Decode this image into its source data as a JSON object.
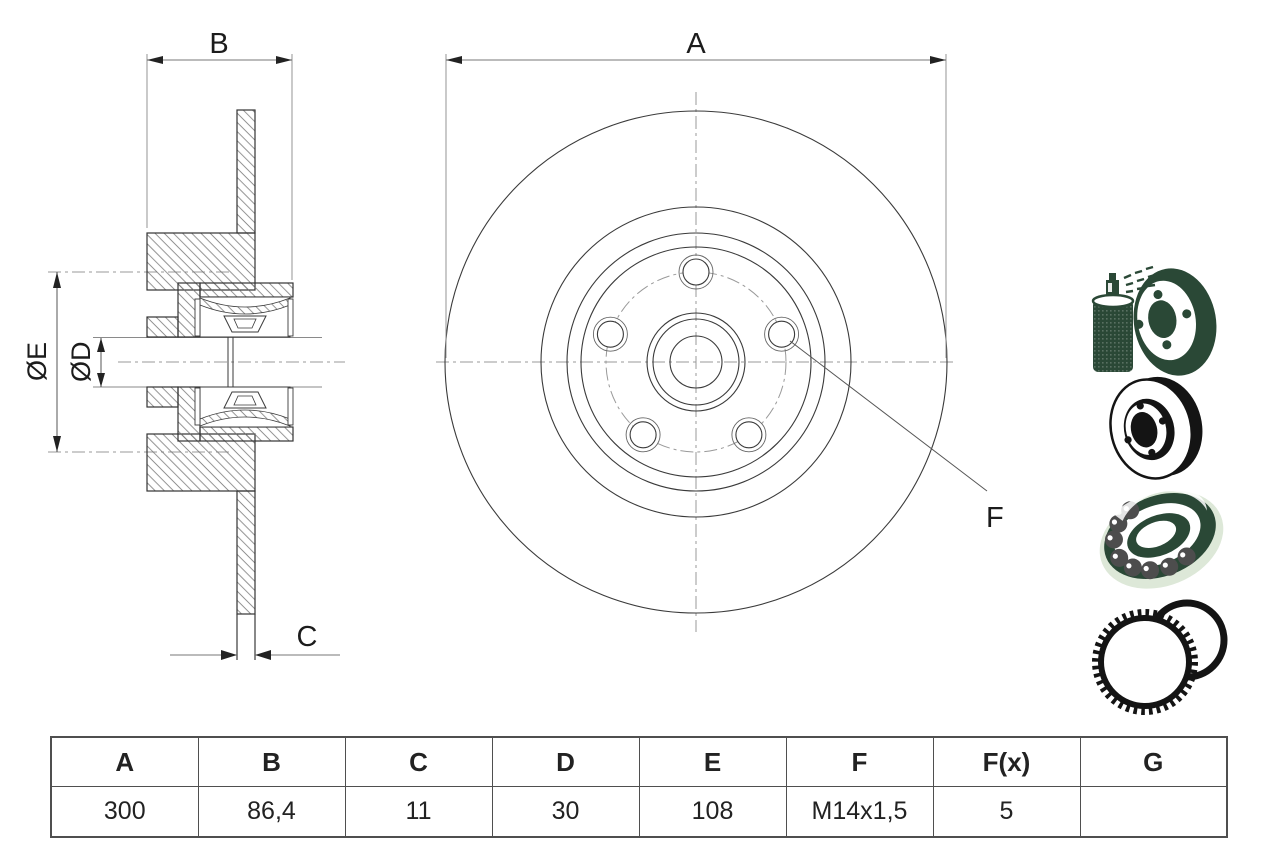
{
  "drawing": {
    "dim_labels": {
      "a": "A",
      "b": "B",
      "c": "C",
      "f": "F",
      "dia_e": "ØE",
      "dia_d": "ØD"
    }
  },
  "table": {
    "headers": [
      "A",
      "B",
      "C",
      "D",
      "E",
      "F",
      "F(x)",
      "G"
    ],
    "values": [
      "300",
      "86,4",
      "11",
      "30",
      "108",
      "M14x1,5",
      "5",
      ""
    ]
  },
  "icons": {
    "spray_coating": "coated-disc-spray",
    "brake_disc": "brake-disc",
    "bearing": "wheel-bearing",
    "abs_ring": "abs-sensor-ring"
  },
  "colors": {
    "icon_green": "#2a4836",
    "icon_mint": "#dde8d8",
    "icon_black": "#141414",
    "drawing_line": "#3a3a3a",
    "dimension_line": "#777777",
    "centerline_gray": "#999999"
  }
}
